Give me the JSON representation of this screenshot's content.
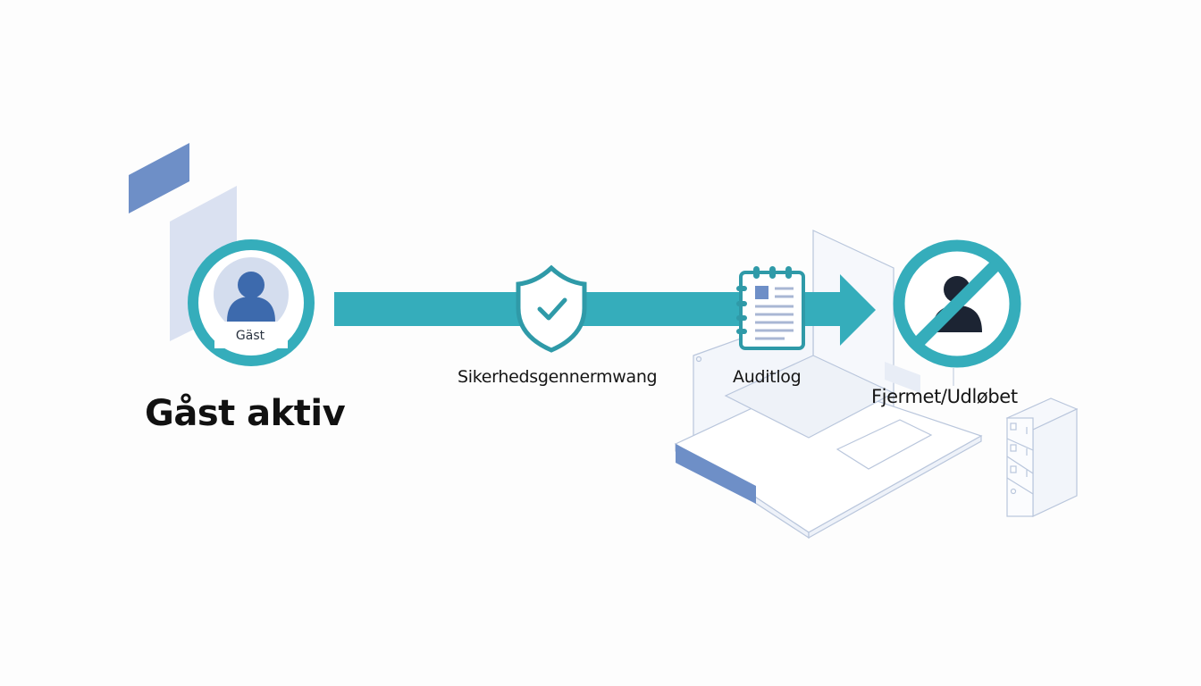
{
  "diagram": {
    "heading": "Gåst aktiv",
    "colors": {
      "teal": "#35adbb",
      "teal_dark": "#2f9aa8",
      "blue_accent": "#6e8fc7",
      "blue_light": "#d3dcef",
      "outline": "#b9c6dc",
      "avatar_fill": "#3d6aad",
      "removed_user": "#1c2433",
      "background": "#fdfdfd"
    },
    "steps": [
      {
        "id": "guest",
        "icon": "user-avatar-icon",
        "caption": "Gäst",
        "label": "Gåst aktiv"
      },
      {
        "id": "review",
        "icon": "shield-check-icon",
        "label": "Sikerhedsgennermwang"
      },
      {
        "id": "audit",
        "icon": "notepad-log-icon",
        "label": "Auditlog"
      },
      {
        "id": "removed",
        "icon": "user-prohibited-icon",
        "label": "Fjermet/Udløbet"
      }
    ],
    "connector": {
      "type": "arrow",
      "direction": "right"
    },
    "decorations": [
      "blue-panel-decor",
      "laptop-outline-decor",
      "server-rack-decor"
    ]
  }
}
